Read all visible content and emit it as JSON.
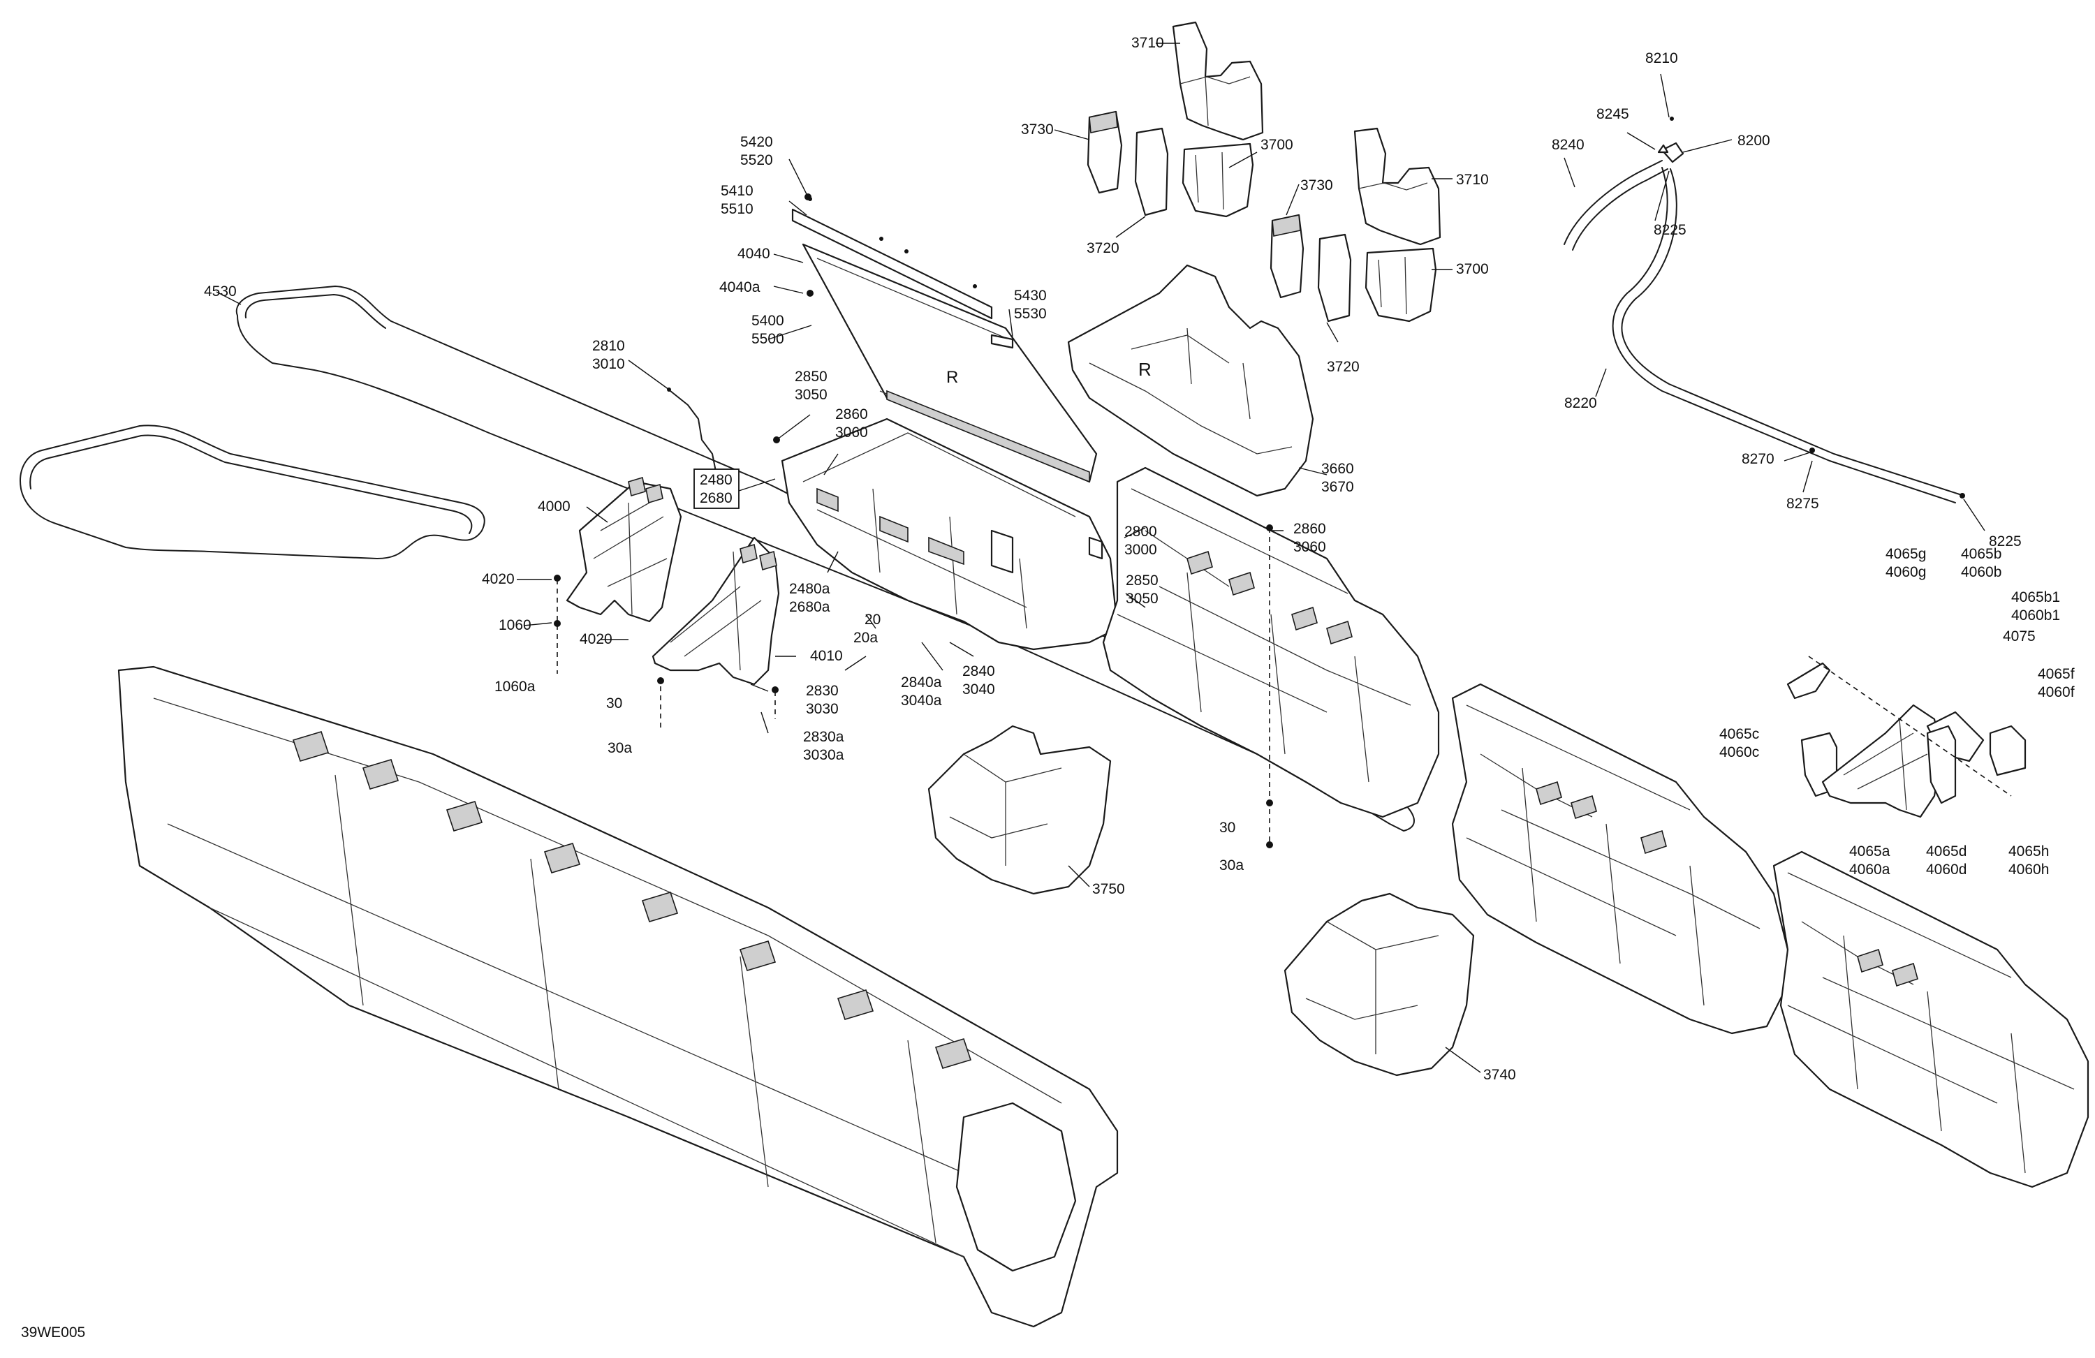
{
  "figure_id": "39WE005",
  "callouts": {
    "c3710a": "3710",
    "c3730a": "3730",
    "c3700a": "3700",
    "c3720a": "3720",
    "c3730b": "3730",
    "c3710b": "3710",
    "c3700b": "3700",
    "c3720b": "3720",
    "c3660": [
      "3660",
      "3670"
    ],
    "c5420": [
      "5420",
      "5520"
    ],
    "c5410": [
      "5410",
      "5510"
    ],
    "c4040": "4040",
    "c4040a": "4040a",
    "c5430": [
      "5430",
      "5530"
    ],
    "c5400": [
      "5400",
      "5500"
    ],
    "c4530": "4530",
    "c2810": [
      "2810",
      "3010"
    ],
    "c2850a": [
      "2850",
      "3050"
    ],
    "c2860a": [
      "2860",
      "3060"
    ],
    "c2480": [
      "2480",
      "2680"
    ],
    "c4000": "4000",
    "c4020a": "4020",
    "c1060": "1060",
    "c1060a": "1060a",
    "c4020b": "4020",
    "c4010": "4010",
    "c30a": "30",
    "c30aa": "30a",
    "c2830": [
      "2830",
      "3030"
    ],
    "c2830a": [
      "2830a",
      "3030a"
    ],
    "c2480a": [
      "2480a",
      "2680a"
    ],
    "c20": "20",
    "c20a": "20a",
    "c2840a": [
      "2840a",
      "3040a"
    ],
    "c2840": [
      "2840",
      "3040"
    ],
    "c2800": [
      "2800",
      "3000"
    ],
    "c2860b": [
      "2860",
      "3060"
    ],
    "c2850b": [
      "2850",
      "3050"
    ],
    "c30b": "30",
    "c30ab": "30a",
    "c3750": "3750",
    "c3740": "3740",
    "c8210": "8210",
    "c8245": "8245",
    "c8240": "8240",
    "c8200": "8200",
    "c8225a": "8225",
    "c8220": "8220",
    "c8270": "8270",
    "c8275": "8275",
    "c8225b": "8225",
    "c4065g": [
      "4065g",
      "4060g"
    ],
    "c4065b": [
      "4065b",
      "4060b"
    ],
    "c4065b1": [
      "4065b1",
      "4060b1"
    ],
    "c4075": "4075",
    "c4065f": [
      "4065f",
      "4060f"
    ],
    "c4065c": [
      "4065c",
      "4060c"
    ],
    "c4065a": [
      "4065a",
      "4060a"
    ],
    "c4065d": [
      "4065d",
      "4060d"
    ],
    "c4065h": [
      "4065h",
      "4060h"
    ]
  }
}
